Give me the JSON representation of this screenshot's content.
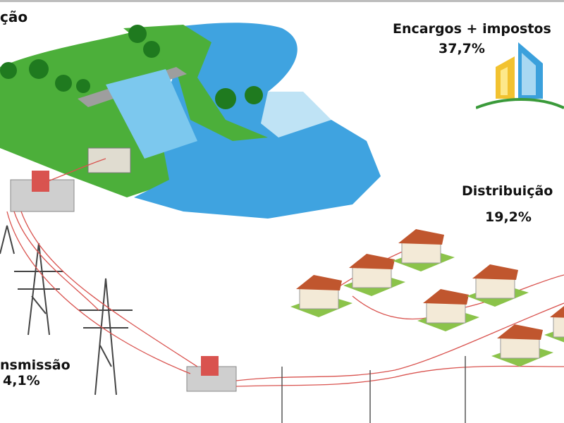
{
  "labels": {
    "generation": "ção",
    "charges_taxes": "Encargos + impostos",
    "charges_taxes_pct": "37,7%",
    "distribution": "Distribuição",
    "distribution_pct": "19,2%",
    "transmission": "nsmissão",
    "transmission_pct": "4,1%"
  },
  "colors": {
    "grass": "#4caf3a",
    "water": "#3fa3e0",
    "wire": "#d9534f",
    "roof": "#c0562e",
    "logo_yellow": "#f2c230",
    "logo_blue": "#3aa0dc",
    "logo_green": "#3a9a3a"
  }
}
